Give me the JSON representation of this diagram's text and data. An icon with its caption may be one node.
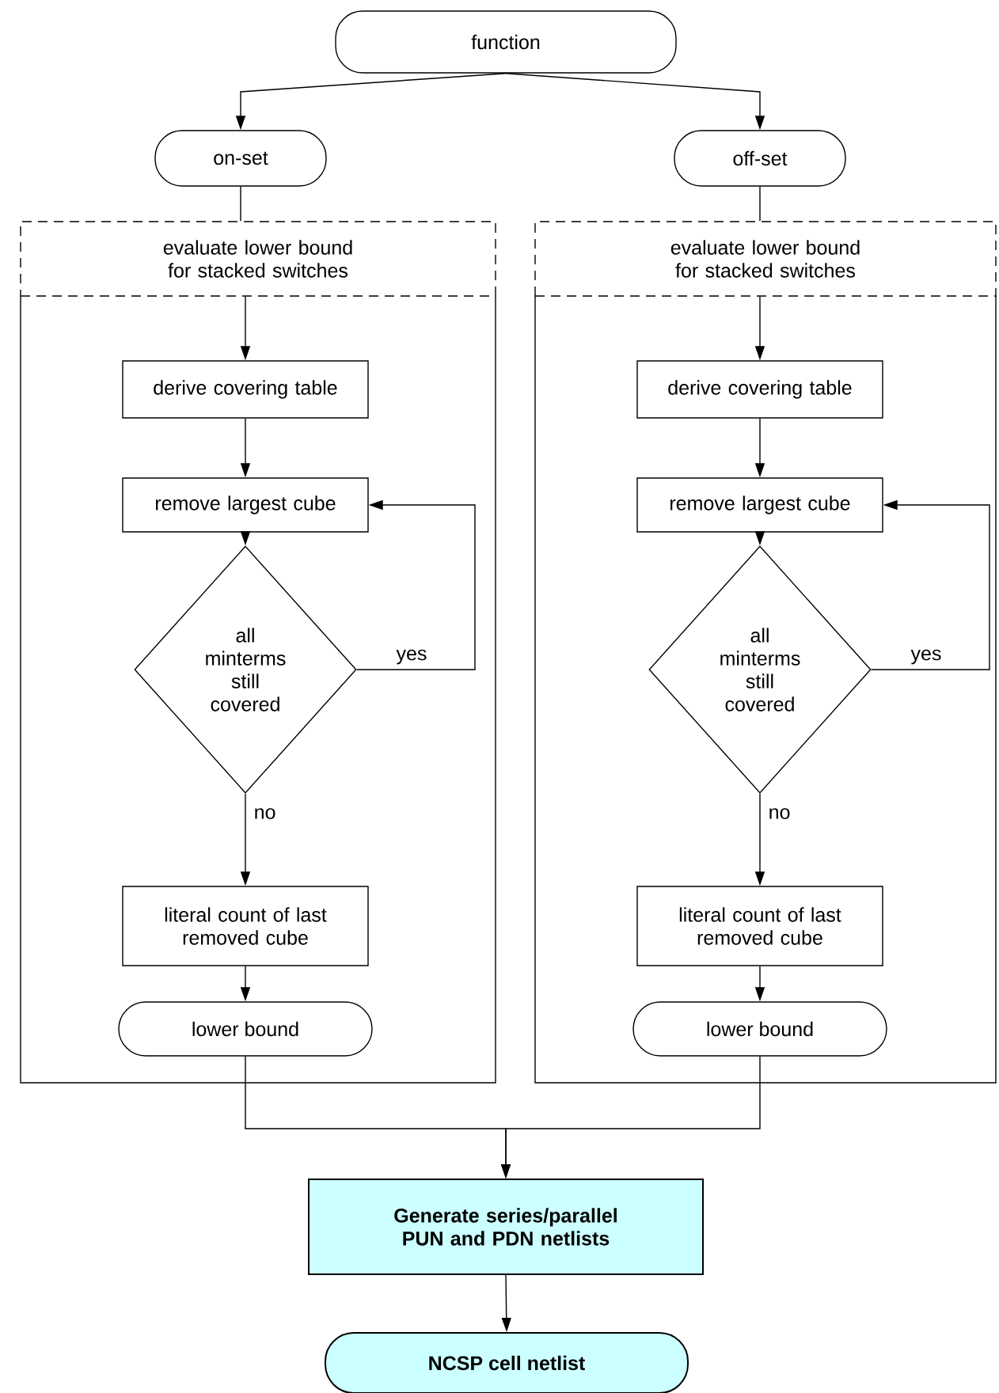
{
  "diagram": {
    "nodes": [
      {
        "text": [
          "function"
        ]
      },
      {
        "text": [
          "on-set"
        ]
      },
      {
        "text": [
          "off-set"
        ]
      },
      {
        "text": [],
        "shape": "box"
      },
      {
        "text": [
          "evaluate lower bound for stacked switches"
        ]
      },
      {
        "text": [
          "derive covering table"
        ],
        "in": 3
      },
      {
        "text": [
          "remove largest cube"
        ],
        "in": 3
      },
      {
        "text": [
          "all minterms still covered"
        ],
        "in": 3
      },
      {
        "text": [
          "literal count of last removed cube"
        ],
        "in": 3
      },
      {
        "text": [
          "lower bound"
        ],
        "in": 3
      },
      {
        "text": [],
        "shape": "box"
      },
      {
        "text": [
          "evaluate lower bound for stacked switches"
        ]
      },
      {
        "text": [
          "derive covering table"
        ],
        "in": 10
      },
      {
        "text": [
          "remove largest cube"
        ],
        "in": 10
      },
      {
        "text": [
          "all minterms still covered"
        ],
        "in": 10
      },
      {
        "text": [
          "literal count of last removed cube"
        ],
        "in": 10
      },
      {
        "text": [
          "lower bound"
        ],
        "in": 10
      },
      {
        "text": [
          "Generate series/parallel PUN and PDN netlists"
        ]
      },
      {
        "text": [
          "NCSP cell netlist"
        ]
      }
    ],
    "edges": [
      {
        "from": 0,
        "to": 1,
        "arrow": "to"
      },
      {
        "from": 0,
        "to": 2,
        "arrow": "to"
      },
      {
        "from": 1,
        "to": 4,
        "arrow": "none"
      },
      {
        "from": 4,
        "to": 5,
        "arrow": "to"
      },
      {
        "from": 5,
        "to": 6,
        "arrow": "to"
      },
      {
        "from": 6,
        "to": 7,
        "arrow": "to"
      },
      {
        "from": 7,
        "to": 6,
        "arrow": "to",
        "label": "yes"
      },
      {
        "from": 7,
        "to": 8,
        "arrow": "to",
        "label": "no"
      },
      {
        "from": 8,
        "to": 9,
        "arrow": "to"
      },
      {
        "from": 2,
        "to": 11,
        "arrow": "none"
      },
      {
        "from": 11,
        "to": 12,
        "arrow": "to"
      },
      {
        "from": 12,
        "to": 13,
        "arrow": "to"
      },
      {
        "from": 13,
        "to": 14,
        "arrow": "to"
      },
      {
        "from": 14,
        "to": 13,
        "arrow": "to",
        "label": "yes"
      },
      {
        "from": 14,
        "to": 15,
        "arrow": "to",
        "label": "no"
      },
      {
        "from": 15,
        "to": 16,
        "arrow": "to"
      },
      {
        "from": 9,
        "to": 17,
        "arrow": "to"
      },
      {
        "from": 16,
        "to": 17,
        "arrow": "to"
      },
      {
        "from": 17,
        "to": 18,
        "arrow": "to"
      }
    ]
  }
}
